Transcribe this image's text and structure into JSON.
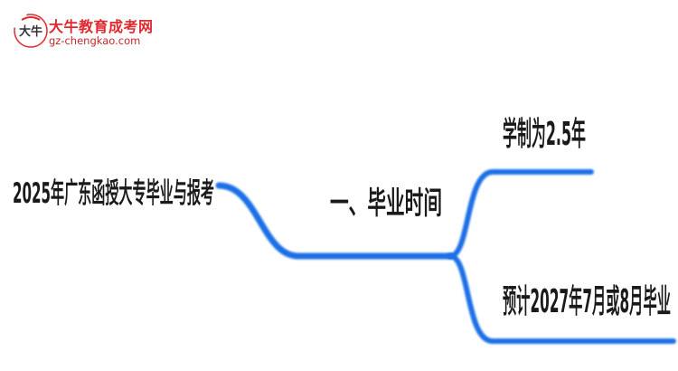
{
  "watermark": {
    "name": "大牛教育成考网",
    "url": "gz-chengkao.com",
    "logo_text": "大牛",
    "logo_icon": "bull-logo-icon",
    "brand_color": "#e0282e"
  },
  "mindmap": {
    "root": {
      "label": "2025年广东函授大专毕业与报考"
    },
    "branch": {
      "label": "一、毕业时间",
      "children": [
        {
          "label": "学制为2.5年"
        },
        {
          "label": "预计2027年7月或8月毕业"
        }
      ]
    },
    "edge_color": "#1e6fe6"
  }
}
